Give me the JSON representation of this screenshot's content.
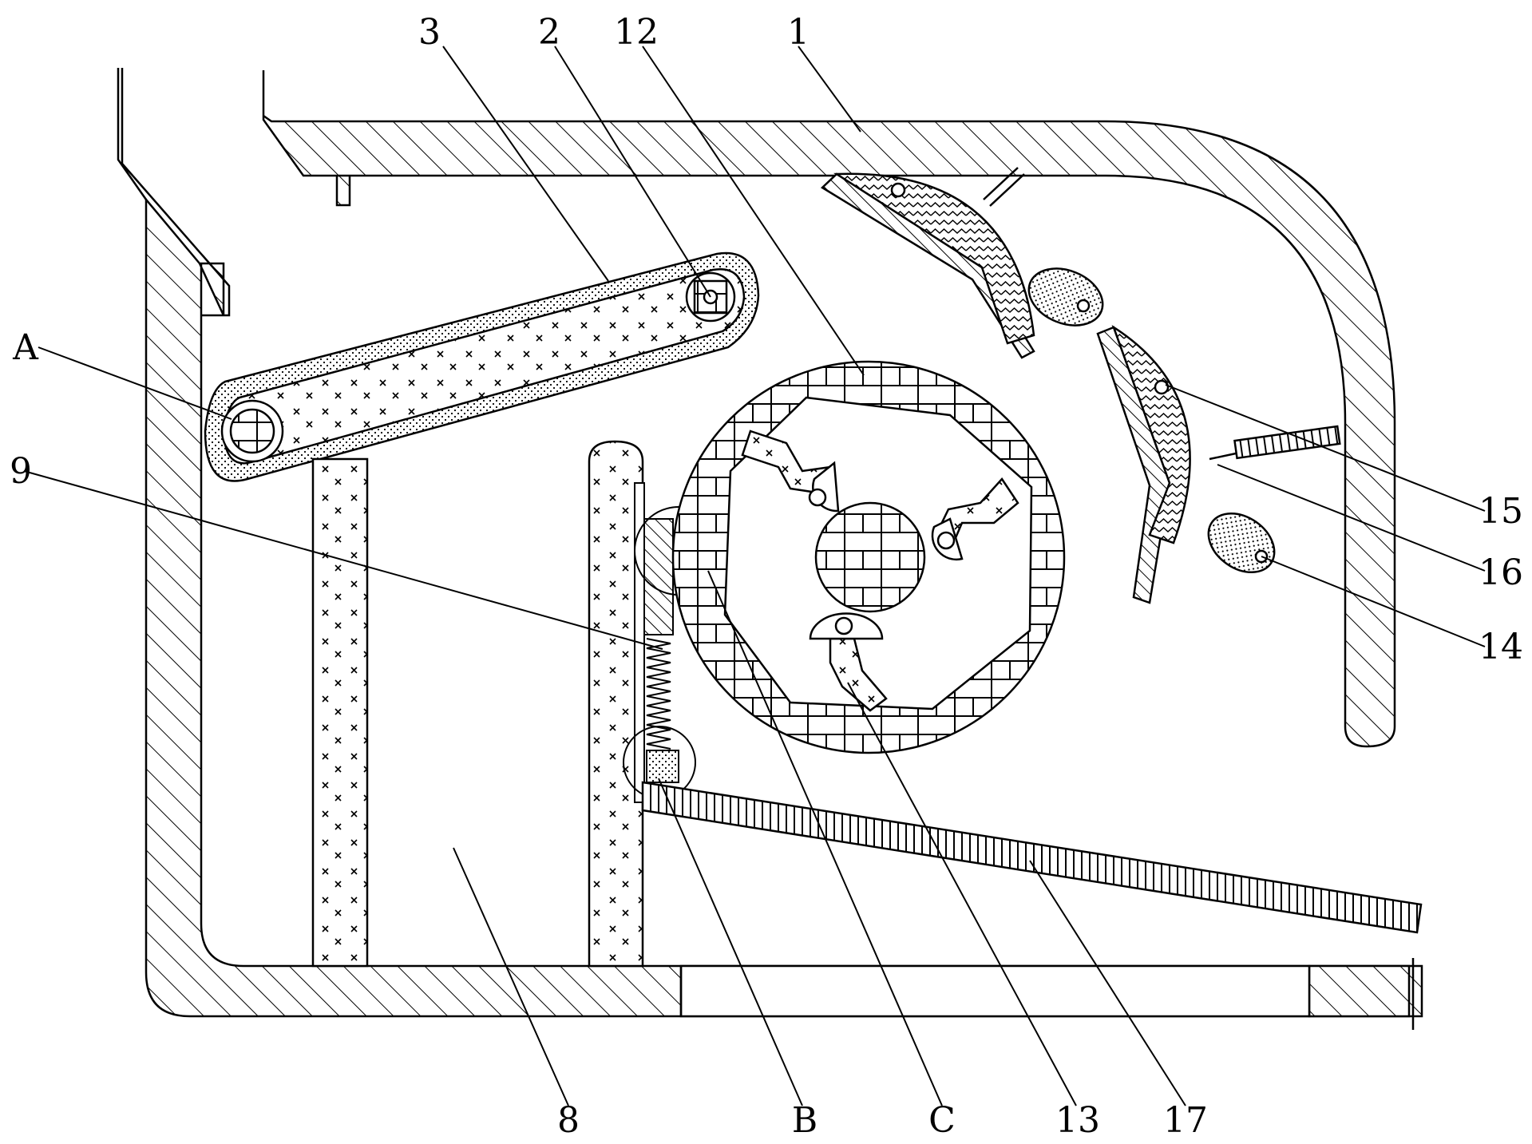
{
  "labels": {
    "l1": "1",
    "l2": "2",
    "l3": "3",
    "l12": "12",
    "lA": "A",
    "l9": "9",
    "l15": "15",
    "l16": "16",
    "l14": "14",
    "l8": "8",
    "lB": "B",
    "lC": "C",
    "l13": "13",
    "l17": "17"
  }
}
